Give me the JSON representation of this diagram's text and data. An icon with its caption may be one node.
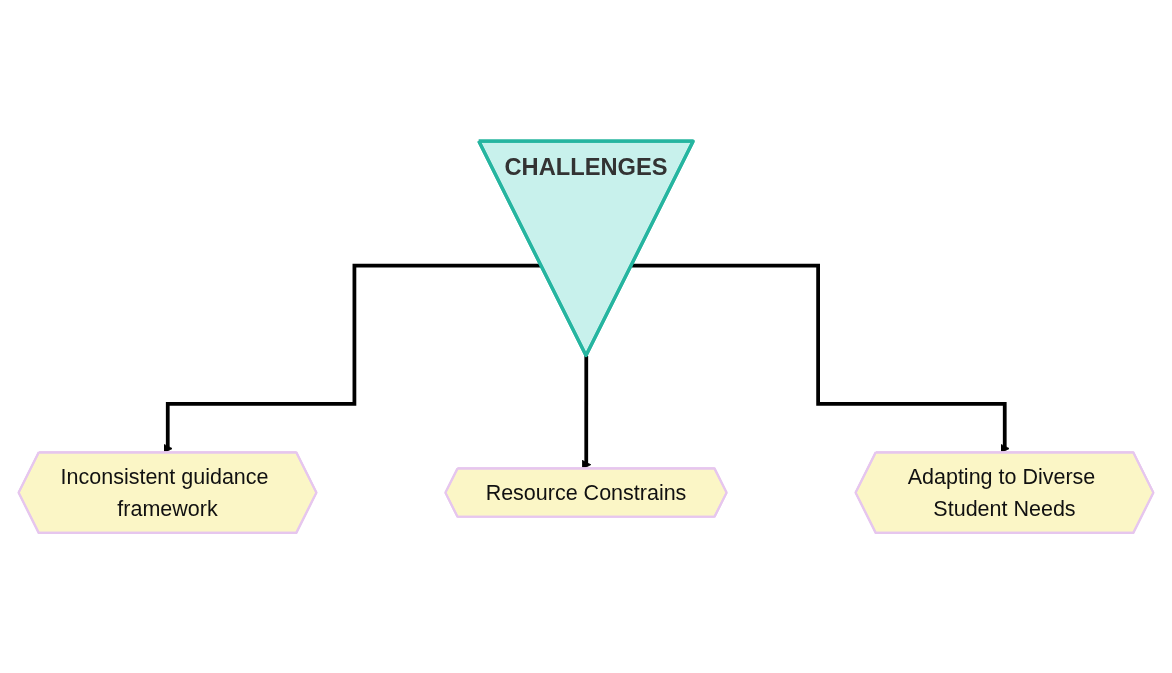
{
  "diagram": {
    "nodes": [
      {
        "text": [
          "CHALLENGES"
        ]
      },
      {
        "text": [
          "Inconsistent guidance framework"
        ]
      },
      {
        "text": [
          "Resource Constrains"
        ]
      },
      {
        "text": [
          "Adapting to Diverse Student Needs"
        ]
      }
    ],
    "edges": [
      {
        "from": 0,
        "to": 1,
        "arrow": "to"
      },
      {
        "from": 0,
        "to": 2,
        "arrow": "to"
      },
      {
        "from": 0,
        "to": 3,
        "arrow": "to"
      }
    ]
  }
}
